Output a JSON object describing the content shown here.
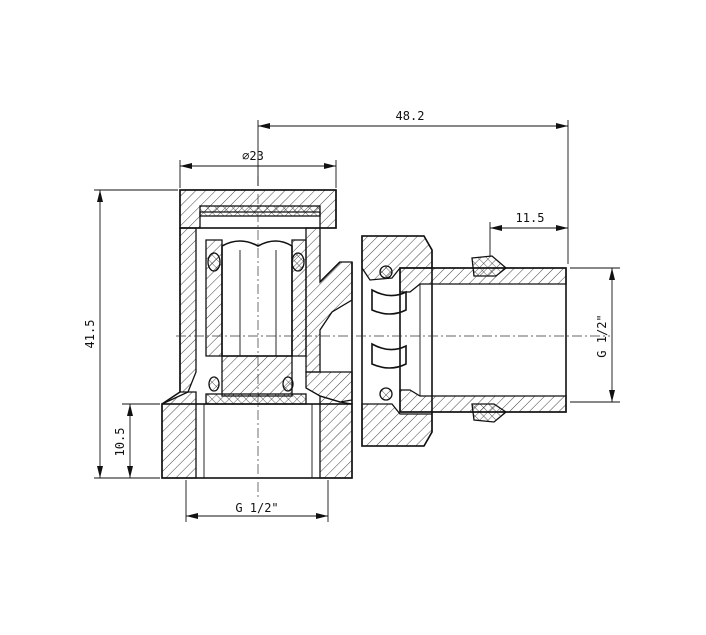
{
  "dimensions": {
    "overall_width": "48.2",
    "cap_diameter": "⌀23",
    "tail_length": "11.5",
    "overall_height": "41.5",
    "inlet_height": "10.5",
    "outlet_thread": "G 1/2\"",
    "inlet_thread": "G 1/2\""
  }
}
